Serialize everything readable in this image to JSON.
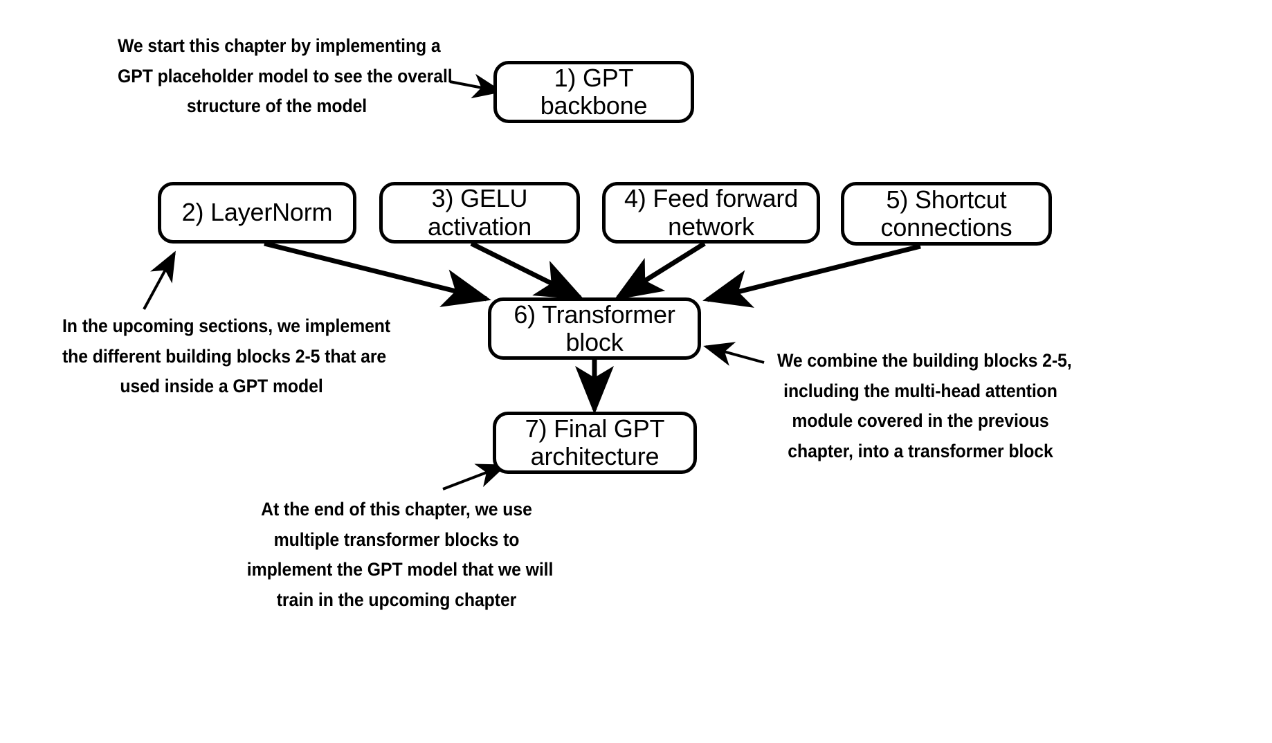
{
  "diagram": {
    "title": "GPT model implementation chapter overview",
    "background_color": "#ffffff",
    "stroke_color": "#000000",
    "nodes": [
      {
        "id": "gpt-backbone",
        "label_line1": "1) GPT",
        "label_line2": "backbone"
      },
      {
        "id": "layernorm",
        "label_line1": "2) LayerNorm",
        "label_line2": ""
      },
      {
        "id": "gelu-activation",
        "label_line1": "3) GELU",
        "label_line2": "activation"
      },
      {
        "id": "feed-forward",
        "label_line1": "4) Feed forward",
        "label_line2": "network"
      },
      {
        "id": "shortcut",
        "label_line1": "5) Shortcut",
        "label_line2": "connections"
      },
      {
        "id": "transformer-block",
        "label_line1": "6) Transformer",
        "label_line2": "block"
      },
      {
        "id": "final-gpt",
        "label_line1": "7) Final GPT",
        "label_line2": "architecture"
      }
    ],
    "notes": {
      "top_left": {
        "id": "note-gpt-backbone",
        "lines": [
          "We start this chapter by implementing a",
          "GPT placeholder model to see the overall",
          "structure of the model"
        ]
      },
      "mid_left": {
        "id": "note-building-blocks",
        "lines": [
          "In the upcoming sections, we implement",
          "the different building blocks 2-5 that are",
          "used inside a GPT model"
        ]
      },
      "right": {
        "id": "note-transformer-block",
        "lines": [
          "We combine the building blocks 2-5,",
          "including the multi-head attention",
          "module covered in the previous",
          "chapter, into a transformer block"
        ]
      },
      "bottom": {
        "id": "note-final-architecture",
        "lines": [
          "At the end of this chapter, we use",
          "multiple transformer blocks to",
          "implement the GPT model that we will",
          "train in the upcoming chapter"
        ]
      }
    },
    "edges": [
      {
        "from": "note-gpt-backbone",
        "to": "gpt-backbone"
      },
      {
        "from": "layernorm",
        "to": "transformer-block"
      },
      {
        "from": "gelu-activation",
        "to": "transformer-block"
      },
      {
        "from": "feed-forward",
        "to": "transformer-block"
      },
      {
        "from": "shortcut",
        "to": "transformer-block"
      },
      {
        "from": "transformer-block",
        "to": "final-gpt"
      },
      {
        "from": "note-building-blocks",
        "to": "layernorm"
      },
      {
        "from": "note-transformer-block",
        "to": "transformer-block"
      },
      {
        "from": "note-final-architecture",
        "to": "final-gpt"
      }
    ]
  }
}
